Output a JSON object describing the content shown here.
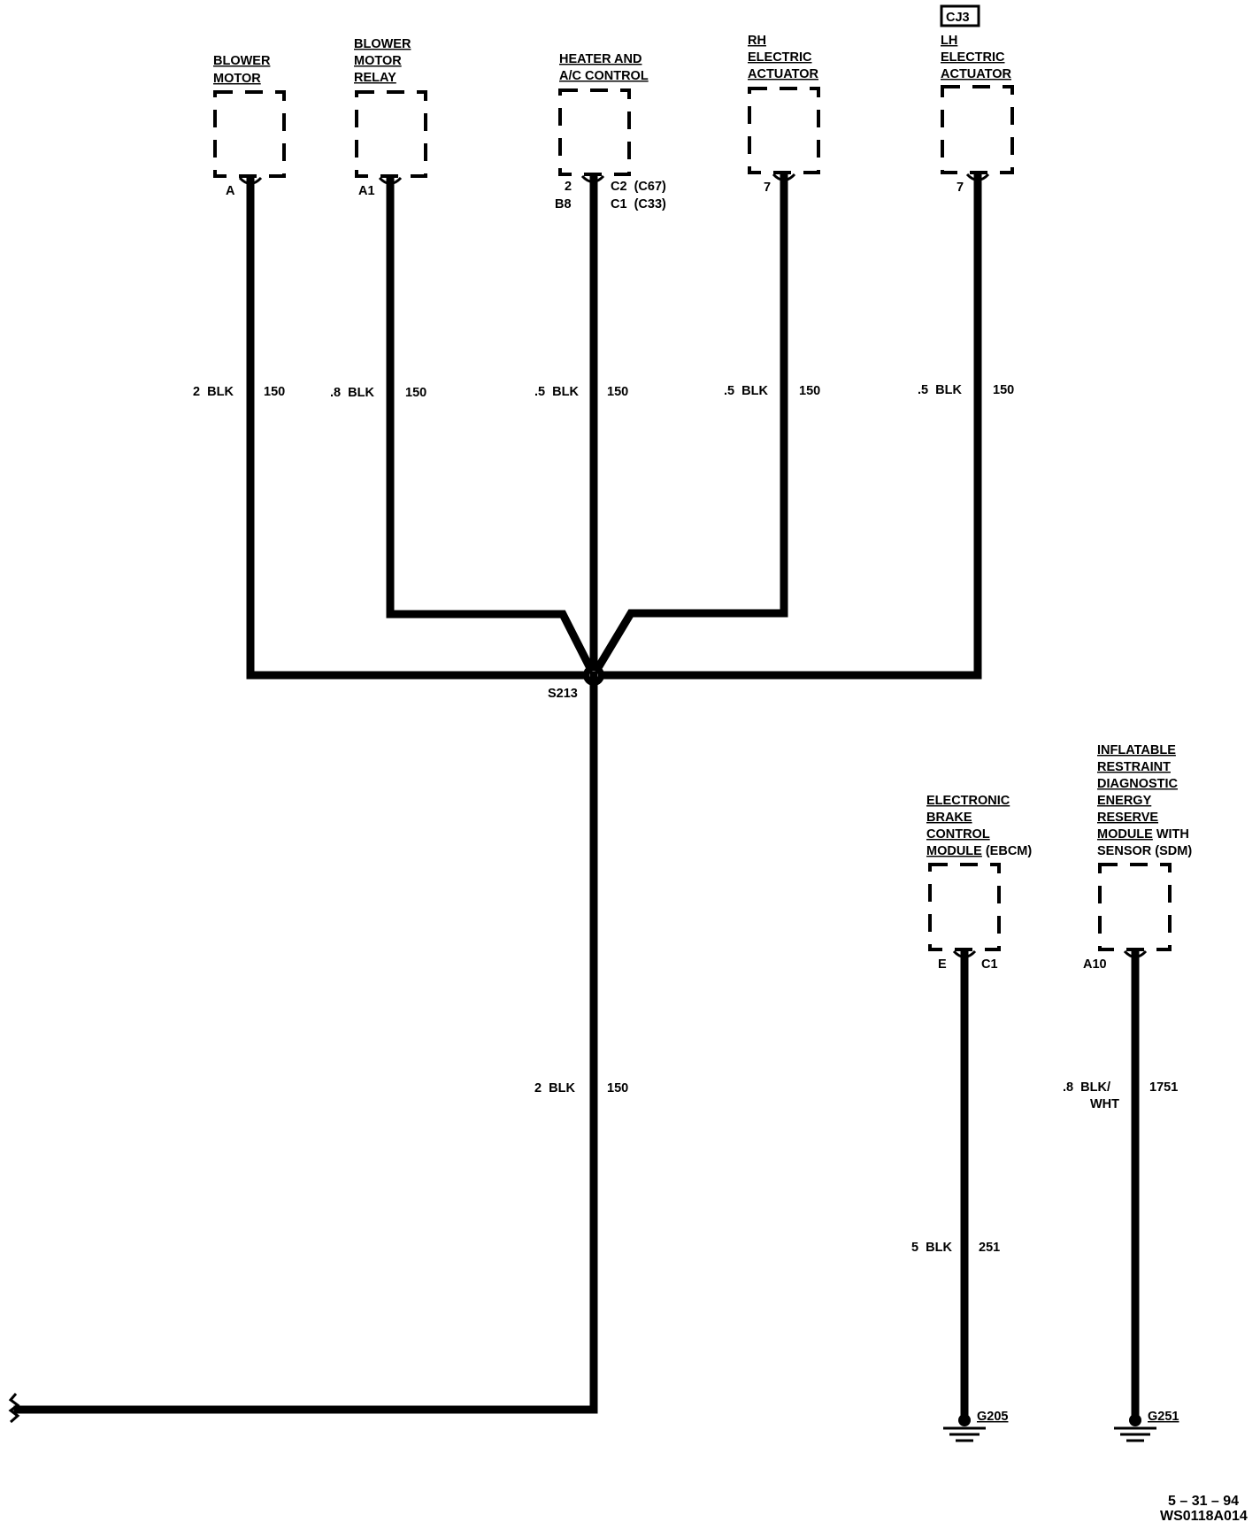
{
  "components": {
    "blower_motor": {
      "lines": [
        "BLOWER",
        "MOTOR"
      ],
      "pin": "A"
    },
    "blower_motor_relay": {
      "lines": [
        "BLOWER",
        "MOTOR",
        "RELAY"
      ],
      "pin": "A1"
    },
    "heater_ac_control": {
      "lines": [
        "HEATER AND",
        "A/C CONTROL"
      ],
      "pins_left": [
        "2",
        "B8"
      ],
      "pins_right": [
        "C2  (C67)",
        "C1  (C33)"
      ]
    },
    "rh_electric_actuator": {
      "lines": [
        "RH",
        "ELECTRIC",
        "ACTUATOR"
      ],
      "pin": "7"
    },
    "lh_electric_actuator": {
      "tag": "CJ3",
      "lines": [
        "LH",
        "ELECTRIC",
        "ACTUATOR"
      ],
      "pin": "7"
    },
    "ebcm": {
      "lines": [
        "ELECTRONIC",
        "BRAKE",
        "CONTROL",
        "MODULE"
      ],
      "suffix": "(EBCM)",
      "pin_left": "E",
      "pin_right": "C1"
    },
    "sdm": {
      "lines": [
        "INFLATABLE",
        "RESTRAINT",
        "DIAGNOSTIC",
        "ENERGY",
        "RESERVE",
        "MODULE"
      ],
      "line6_suffix": "WITH",
      "line7": "SENSOR (SDM)",
      "pin": "A10"
    }
  },
  "wires": {
    "blower_motor": {
      "gauge": "2  BLK",
      "circuit": "150"
    },
    "blower_motor_relay": {
      "gauge": ".8  BLK",
      "circuit": "150"
    },
    "heater_ac_control": {
      "gauge": ".5  BLK",
      "circuit": "150"
    },
    "rh_electric_actuator": {
      "gauge": ".5  BLK",
      "circuit": "150"
    },
    "lh_electric_actuator": {
      "gauge": ".5  BLK",
      "circuit": "150"
    },
    "main_trunk": {
      "gauge": "2  BLK",
      "circuit": "150"
    },
    "ebcm": {
      "gauge": "5  BLK",
      "circuit": "251"
    },
    "sdm": {
      "gauge_line1": ".8  BLK/",
      "gauge_line2": "WHT",
      "circuit": "1751"
    }
  },
  "splice": {
    "label": "S213"
  },
  "grounds": {
    "ebcm": "G205",
    "sdm": "G251"
  },
  "footer": {
    "date": "5 – 31 – 94",
    "code": "WS0118A014"
  }
}
